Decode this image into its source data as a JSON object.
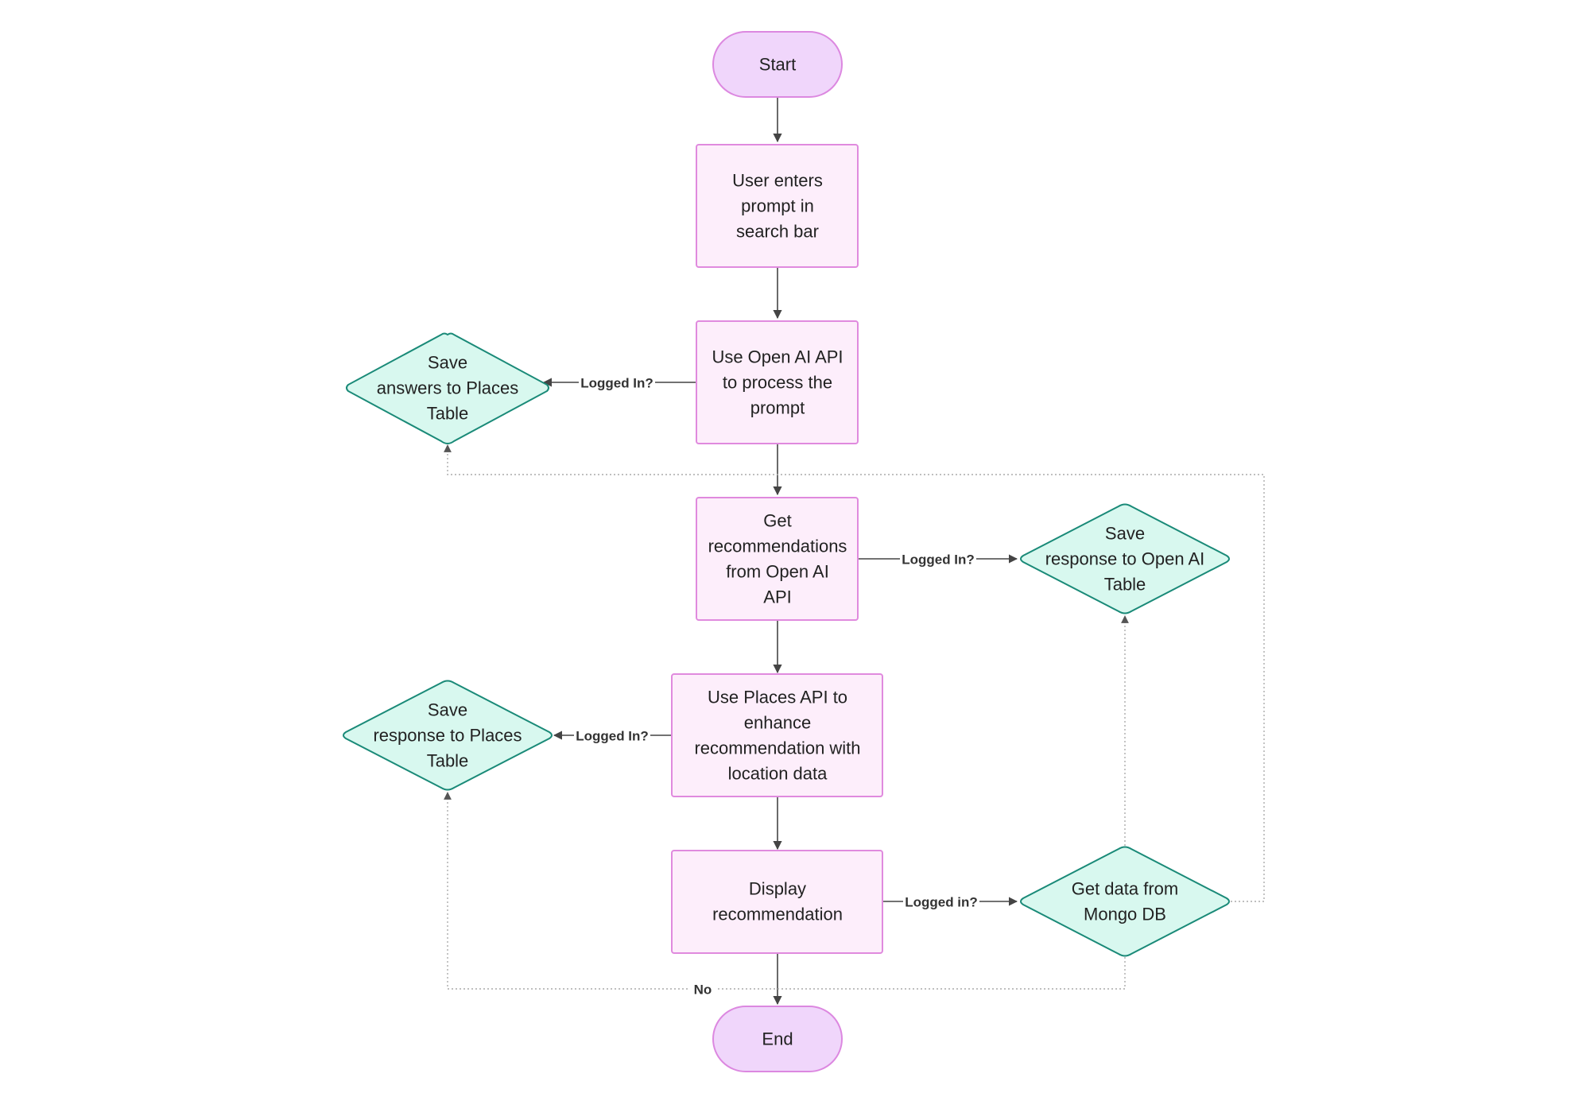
{
  "colors": {
    "terminal_fill": "#f0d6fb",
    "terminal_stroke": "#dc88e0",
    "process_fill": "#fdeefb",
    "process_stroke": "#e08ade",
    "decision_fill": "#d8f8ef",
    "decision_stroke": "#1a8a78",
    "edge": "#444444",
    "edge_dotted": "#aaaaaa"
  },
  "nodes": {
    "start": {
      "lines": [
        "Start"
      ]
    },
    "enter_prompt": {
      "lines": [
        "User enters",
        "prompt in",
        "search bar"
      ]
    },
    "use_openai": {
      "lines": [
        "Use Open AI API",
        "to process the",
        "prompt"
      ]
    },
    "get_recs": {
      "lines": [
        "Get",
        "recommendations",
        "from Open AI",
        "API"
      ]
    },
    "use_places": {
      "lines": [
        "Use Places API to",
        "enhance",
        "recommendation with",
        "location data"
      ]
    },
    "display": {
      "lines": [
        "Display",
        "recommendation"
      ]
    },
    "end": {
      "lines": [
        "End"
      ]
    },
    "save_answers_places": {
      "lines": [
        "Save",
        "answers to Places",
        "Table"
      ]
    },
    "save_response_openai": {
      "lines": [
        "Save",
        "response to Open AI",
        "Table"
      ]
    },
    "save_response_places": {
      "lines": [
        "Save",
        "response to Places",
        "Table"
      ]
    },
    "get_mongo": {
      "lines": [
        "Get data from",
        "Mongo DB"
      ]
    }
  },
  "edge_labels": {
    "logged_in_openai": "Logged In?",
    "logged_in_recs": "Logged In?",
    "logged_in_places": "Logged In?",
    "logged_in_display": "Logged in?",
    "no": "No"
  }
}
